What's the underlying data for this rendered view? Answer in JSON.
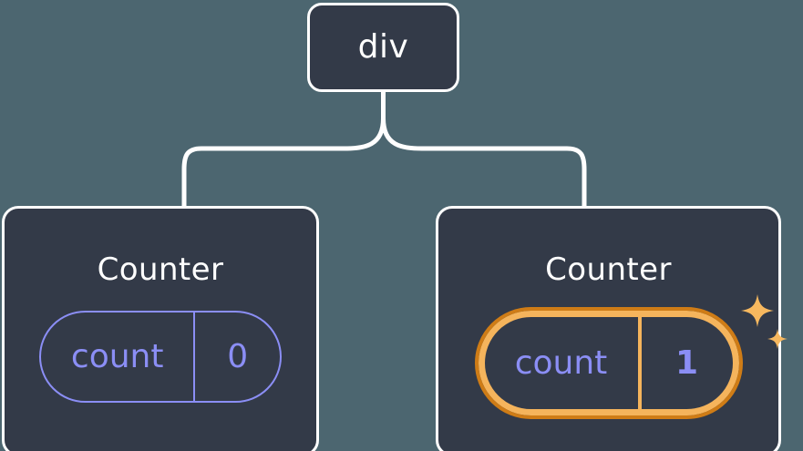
{
  "theme": {
    "background": "#4c6670",
    "node_fill": "#333a48",
    "node_border": "#ffffff",
    "text_primary": "#ffffff",
    "state_accent": "#8b8ef5",
    "highlight_inner": "#f5b45c",
    "highlight_outer": "#cf7c16"
  },
  "tree": {
    "root": {
      "label": "div"
    },
    "children": [
      {
        "title": "Counter",
        "state": {
          "key": "count",
          "value": "0",
          "highlighted": false
        }
      },
      {
        "title": "Counter",
        "state": {
          "key": "count",
          "value": "1",
          "highlighted": true
        },
        "sparkle_icons": [
          "sparkle-large-icon",
          "sparkle-small-icon"
        ]
      }
    ]
  }
}
